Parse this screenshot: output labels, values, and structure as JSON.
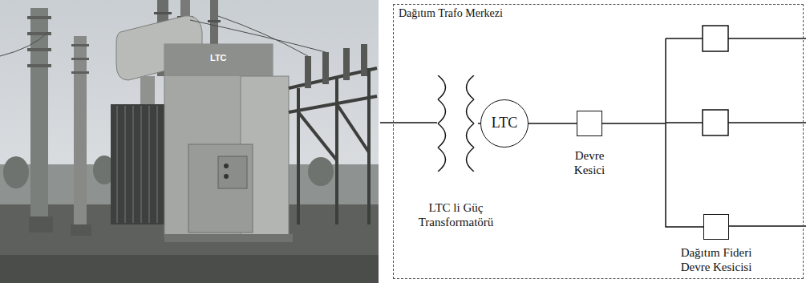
{
  "diagram": {
    "nodes": [
      {
        "text": [
          "Dağıtım Trafo Merkezi"
        ]
      },
      {
        "text": [
          "LTC li Güç Transformatörü"
        ],
        "in": 0
      },
      {
        "text": [
          "LTC"
        ],
        "in": 0
      },
      {
        "text": [
          "Devre Kesici"
        ],
        "in": 0
      },
      {
        "text": [
          "Dağıtım Fideri Devre Kesicisi"
        ],
        "in": 0
      }
    ],
    "edges": [
      {
        "from": 1,
        "to": 2,
        "arrow": "none"
      },
      {
        "from": 2,
        "to": 3,
        "arrow": "none"
      },
      {
        "from": 3,
        "to": 4,
        "arrow": "none"
      }
    ],
    "labels": [
      "LTC"
    ]
  }
}
